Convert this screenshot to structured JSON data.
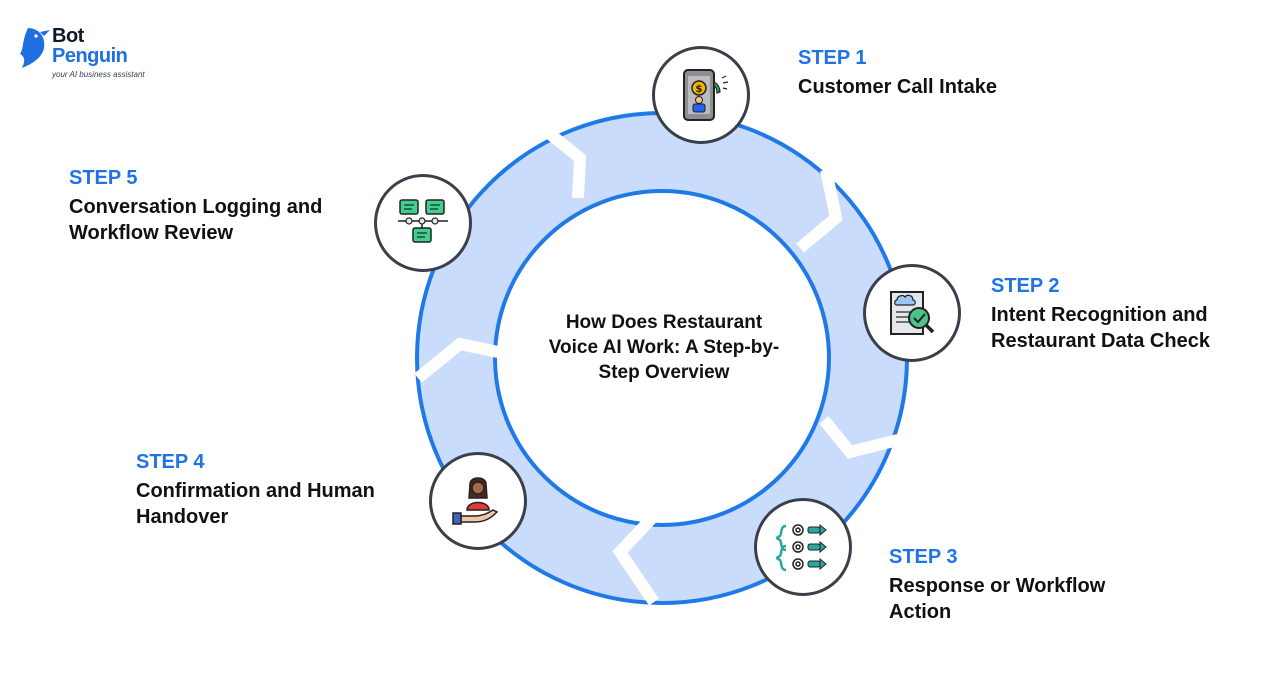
{
  "logo": {
    "line1": "Bot",
    "line2": "Penguin",
    "tagline": "your AI business assistant"
  },
  "diagram": {
    "center_title": "How Does Restaurant Voice AI Work: A Step-by-Step Overview",
    "steps": [
      {
        "label": "STEP 1",
        "title": "Customer Call Intake",
        "icon": "phone-call-icon"
      },
      {
        "label": "STEP 2",
        "title": "Intent Recognition and Restaurant Data Check",
        "icon": "data-check-icon"
      },
      {
        "label": "STEP 3",
        "title": "Response or Workflow Action",
        "icon": "workflow-gears-icon"
      },
      {
        "label": "STEP 4",
        "title": "Confirmation and Human Handover",
        "icon": "human-handover-icon"
      },
      {
        "label": "STEP 5",
        "title": "Conversation Logging and Workflow Review",
        "icon": "conversation-log-icon"
      }
    ]
  },
  "colors": {
    "ring_fill": "#c9dcfb",
    "ring_stroke": "#1f7ae8",
    "step_label": "#1f73e6",
    "icon_border": "#3a3f4a"
  }
}
